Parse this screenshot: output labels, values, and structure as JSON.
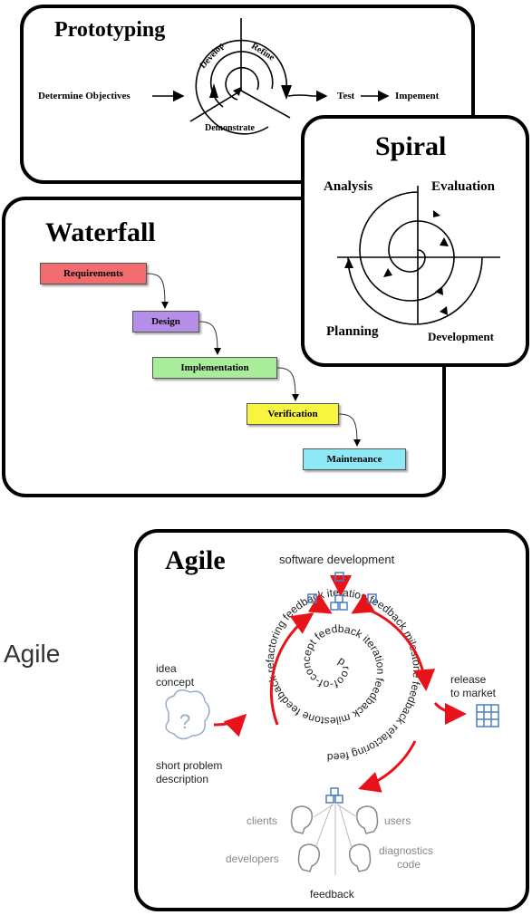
{
  "prototyping": {
    "title": "Prototyping",
    "determine_objectives": "Determine Objectives",
    "develop": "Develop",
    "refine": "Refine",
    "demonstrate": "Demonstrate",
    "test": "Test",
    "implement": "Impement"
  },
  "spiral": {
    "title": "Spiral",
    "analysis": "Analysis",
    "evaluation": "Evaluation",
    "planning": "Planning",
    "development": "Development"
  },
  "waterfall": {
    "title": "Waterfall",
    "steps": [
      {
        "label": "Requirements",
        "color": "#f26b6f"
      },
      {
        "label": "Design",
        "color": "#b58ee8"
      },
      {
        "label": "Implementation",
        "color": "#a9ec9a"
      },
      {
        "label": "Verification",
        "color": "#f8f540"
      },
      {
        "label": "Maintenance",
        "color": "#8ee8f6"
      }
    ]
  },
  "agile": {
    "side_label": "Agile",
    "title": "Agile",
    "software_development": "software development",
    "idea_concept": [
      "idea",
      "concept"
    ],
    "short_problem": [
      "short problem",
      "description"
    ],
    "release": [
      "release",
      "to market"
    ],
    "clients": "clients",
    "users": "users",
    "developers": "developers",
    "diagnostics": [
      "diagnostics",
      "code"
    ],
    "feedback": "feedback",
    "spiral_text": "proof-of-concept feedback iteration feedback milestone feedback refactoring feedback iteration feedback milestone feedback refactoring feedback iteration feedback milestone",
    "arrow_color": "#e8121a",
    "icon_color": "#4a7dc0"
  }
}
